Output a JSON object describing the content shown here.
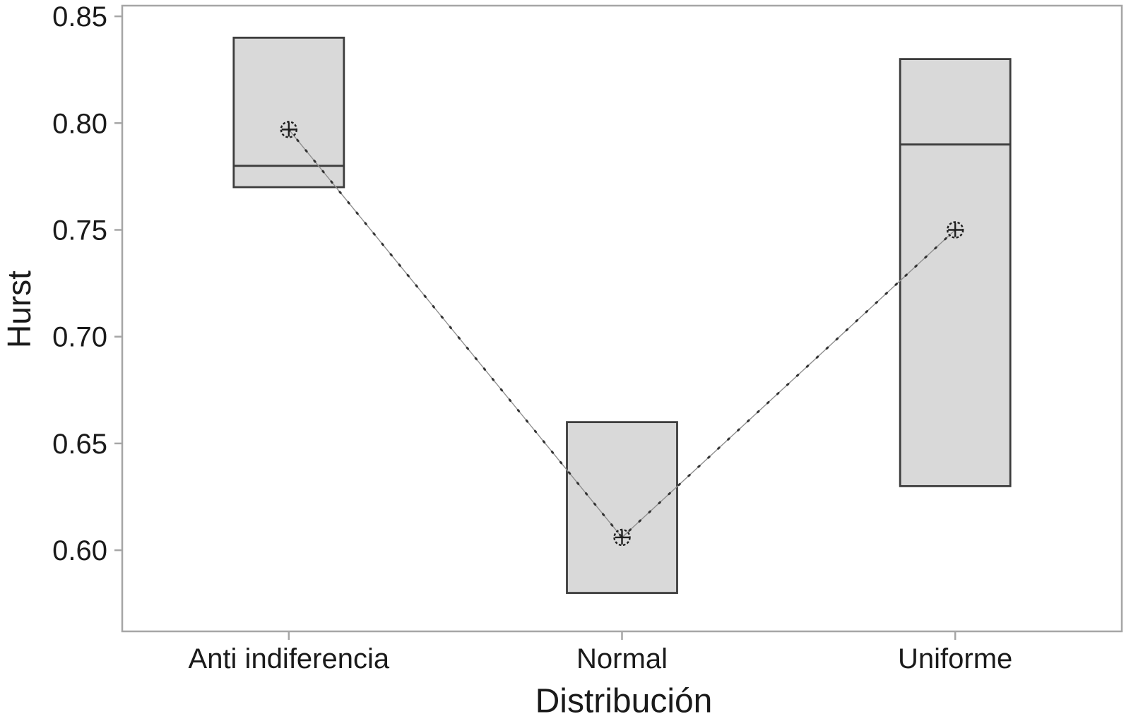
{
  "chart_data": {
    "type": "boxplot",
    "title": "",
    "xlabel": "Distribución",
    "ylabel": "Hurst",
    "categories": [
      "Anti indiferencia",
      "Normal",
      "Uniforme"
    ],
    "y_ticks": [
      "0.85",
      "0.80",
      "0.75",
      "0.70",
      "0.65",
      "0.60"
    ],
    "ylim": [
      0.562,
      0.855
    ],
    "grid": false,
    "legend": "none",
    "whiskers": false,
    "mean_line_connects_groups": true,
    "boxes": [
      {
        "category": "Anti indiferencia",
        "q1": 0.77,
        "median": 0.78,
        "q3": 0.84,
        "mean": 0.797
      },
      {
        "category": "Normal",
        "q1": 0.58,
        "median": null,
        "q3": 0.66,
        "mean": 0.606
      },
      {
        "category": "Uniforme",
        "q1": 0.63,
        "median": 0.79,
        "q3": 0.83,
        "mean": 0.75
      }
    ],
    "colors": {
      "box_fill": "#d9d9d9",
      "box_stroke": "#3d3d3d",
      "frame": "#a6a6a6",
      "text": "#1a1a1a",
      "mean_line": "#8f8f8f",
      "mean_line_dots": "#333333",
      "mean_marker": "#1f1f1f"
    }
  }
}
